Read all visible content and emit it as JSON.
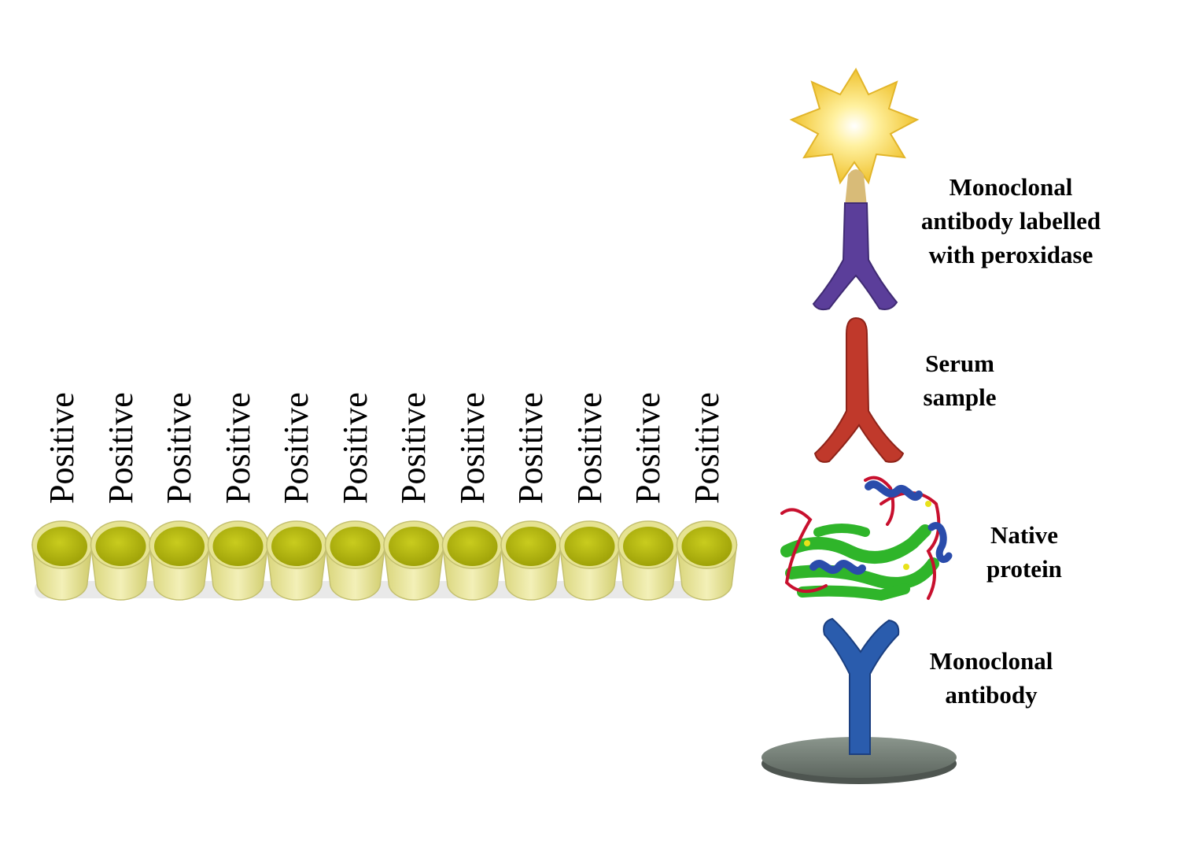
{
  "plate": {
    "well_labels": [
      "Positive",
      "Positive",
      "Positive",
      "Positive",
      "Positive",
      "Positive",
      "Positive",
      "Positive",
      "Positive",
      "Positive",
      "Positive",
      "Positive"
    ],
    "well_color": "#b8bb10",
    "wall_color": "#e6e392"
  },
  "layers": {
    "labelled_antibody": "Monoclonal\nantibody labelled\nwith peroxidase",
    "serum_sample": "Serum\nsample",
    "native_protein": "Native\nprotein",
    "monoclonal_antibody": "Monoclonal\nantibody"
  },
  "colors": {
    "peroxidase": "#f6d84a",
    "labelled_antibody": "#5b3e9a",
    "serum_antibody": "#c0392b",
    "capture_antibody": "#2a5cad",
    "plate_disk": "#7f8a82"
  }
}
